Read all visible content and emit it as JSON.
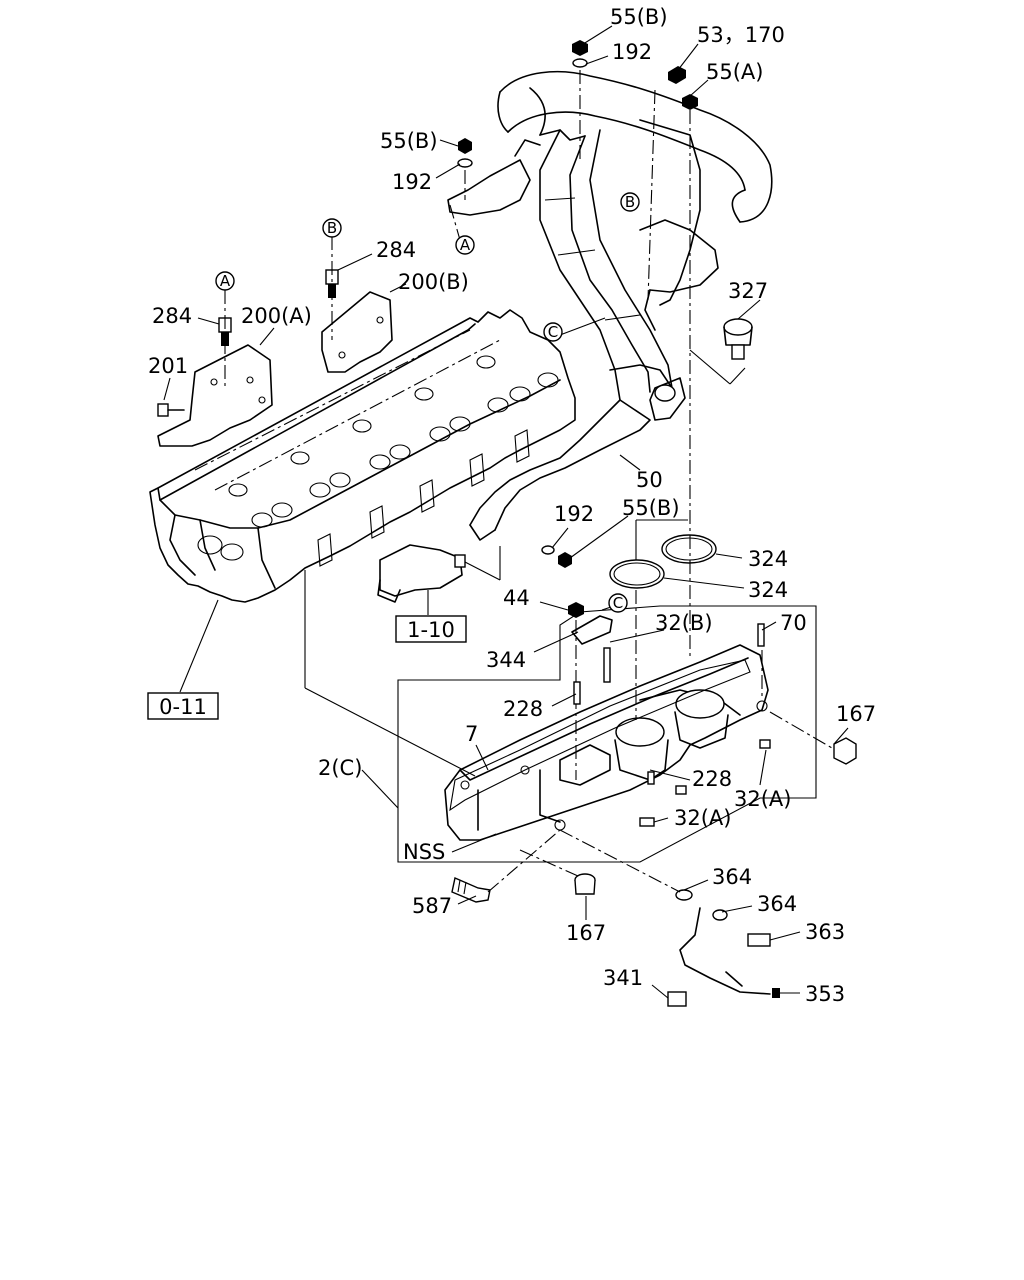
{
  "labels": {
    "l_55b_top": "55(B)",
    "l_192_top": "192",
    "l_53_170": "53，170",
    "l_55a": "55(A)",
    "l_55b_left": "55(B)",
    "l_192_left": "192",
    "l_284_b": "284",
    "l_200b": "200(B)",
    "l_284_a": "284",
    "l_200a": "200(A)",
    "l_201": "201",
    "l_327": "327",
    "l_50": "50",
    "l_192_mid": "192",
    "l_55b_mid": "55(B)",
    "l_324_a": "324",
    "l_324_b": "324",
    "l_44": "44",
    "l_32b": "32(B)",
    "l_70": "70",
    "l_344": "344",
    "l_228_a": "228",
    "l_7": "7",
    "l_167_right": "167",
    "l_2c": "2(C)",
    "l_228_b": "228",
    "l_32a_a": "32(A)",
    "l_32a_b": "32(A)",
    "l_nss": "NSS",
    "l_587": "587",
    "l_167_bottom": "167",
    "l_364_a": "364",
    "l_364_b": "364",
    "l_363": "363",
    "l_341": "341",
    "l_353": "353"
  },
  "references": {
    "ref_0_11": "0-11",
    "ref_1_10": "1-10"
  },
  "markers": {
    "A": "A",
    "B": "B",
    "C": "C"
  }
}
